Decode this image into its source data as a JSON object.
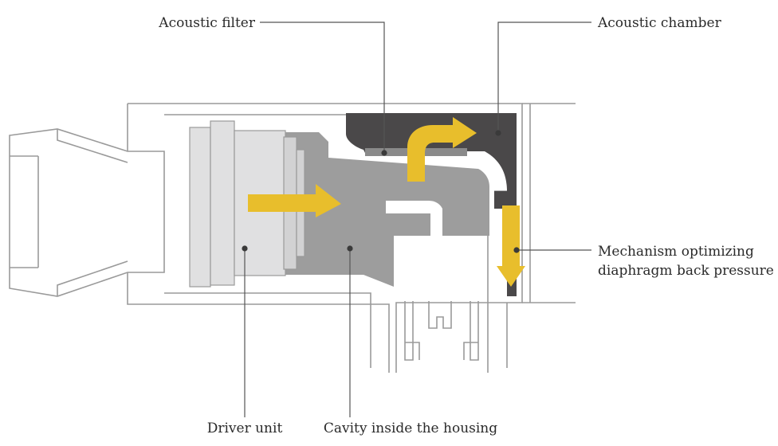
{
  "labels": {
    "acoustic_filter": "Acoustic filter",
    "acoustic_chamber": "Acoustic chamber",
    "mechanism_line1": "Mechanism optimizing",
    "mechanism_line2": "diaphragm back pressure",
    "driver_unit": "Driver unit",
    "cavity": "Cavity inside the housing"
  },
  "colors": {
    "arrow": "#E8BE2C",
    "chamber": "#4a4849",
    "cavity": "#9d9d9d",
    "driver": "#e0e0e1",
    "outline": "#9a9a9a"
  }
}
